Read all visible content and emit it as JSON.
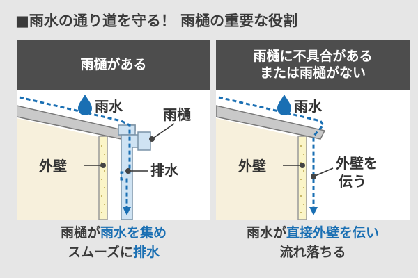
{
  "title": "■雨水の通り道を守る！ 雨樋の重要な役割",
  "left": {
    "header": "雨樋がある",
    "labels": {
      "rain": "雨水",
      "gutter": "雨樋",
      "wall": "外壁",
      "drain": "排水"
    },
    "caption": {
      "line1_a": "雨樋が",
      "line1_b": "雨水を集め",
      "line2_a": "スムーズに",
      "line2_b": "排水"
    }
  },
  "right": {
    "header_line1": "雨樋に不具合がある",
    "header_line2": "または雨樋がない",
    "labels": {
      "rain": "雨水",
      "wall": "外壁",
      "along1": "外壁を",
      "along2": "伝う"
    },
    "caption": {
      "line1_a": "雨水が",
      "line1_b": "直接外壁を伝い",
      "line2": "流れ落ちる"
    }
  },
  "colors": {
    "accent": "#1a6fb3",
    "dark": "#4d4d4d",
    "wall": "#f7f0dc",
    "gutter": "#cfe3f3"
  }
}
